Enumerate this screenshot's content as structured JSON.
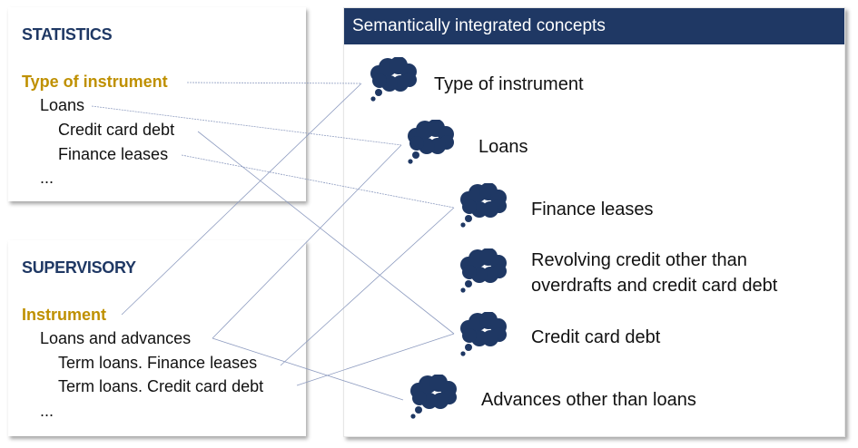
{
  "statistics": {
    "title": "STATISTICS",
    "items": [
      {
        "label": "Type of instrument",
        "level": 0
      },
      {
        "label": "Loans",
        "level": 1
      },
      {
        "label": "Credit card debt",
        "level": 2
      },
      {
        "label": "Finance leases",
        "level": 2
      },
      {
        "label": "...",
        "level": 1
      }
    ]
  },
  "supervisory": {
    "title": "SUPERVISORY",
    "items": [
      {
        "label": "Instrument",
        "level": 0
      },
      {
        "label": "Loans and advances",
        "level": 1
      },
      {
        "label": "Term loans. Finance leases",
        "level": 2
      },
      {
        "label": "Term loans. Credit card debt",
        "level": 2
      },
      {
        "label": "...",
        "level": 1
      }
    ]
  },
  "concepts": {
    "header": "Semantically integrated concepts",
    "icon": "thought-cloud-icon",
    "items": [
      {
        "label": "Type of instrument"
      },
      {
        "label": "Loans"
      },
      {
        "label": "Finance leases"
      },
      {
        "label": "Revolving credit other than overdrafts and credit card debt"
      },
      {
        "label": "Credit card debt"
      },
      {
        "label": "Advances other than loans"
      }
    ]
  },
  "mappings": [
    {
      "from": "statistics.Type of instrument",
      "to": "Type of instrument"
    },
    {
      "from": "statistics.Loans",
      "to": "Loans"
    },
    {
      "from": "statistics.Credit card debt",
      "to": "Credit card debt"
    },
    {
      "from": "statistics.Finance leases",
      "to": "Finance leases"
    },
    {
      "from": "supervisory.Instrument",
      "to": "Type of instrument"
    },
    {
      "from": "supervisory.Loans and advances",
      "to": "Loans"
    },
    {
      "from": "supervisory.Loans and advances",
      "to": "Advances other than loans"
    },
    {
      "from": "supervisory.Term loans. Finance leases",
      "to": "Finance leases"
    },
    {
      "from": "supervisory.Term loans. Credit card debt",
      "to": "Credit card debt"
    }
  ],
  "colors": {
    "navy": "#1f3864",
    "gold": "#bf9000",
    "link": "#8e9cc0"
  }
}
